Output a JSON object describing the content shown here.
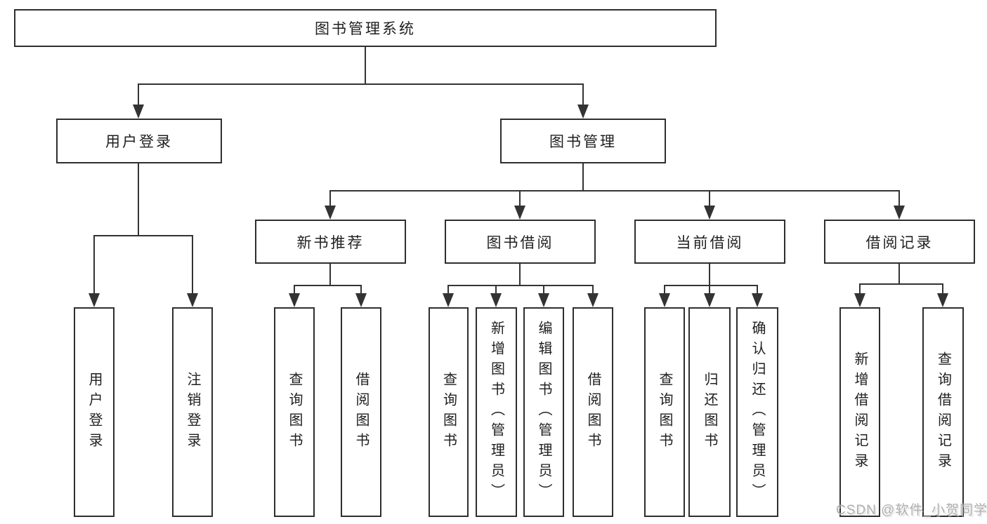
{
  "tree": {
    "label": "图书管理系统",
    "children": [
      {
        "label": "用户登录",
        "children": [
          {
            "label": "用户登录"
          },
          {
            "label": "注销登录"
          }
        ]
      },
      {
        "label": "图书管理",
        "children": [
          {
            "label": "新书推荐",
            "children": [
              {
                "label": "查询图书"
              },
              {
                "label": "借阅图书"
              }
            ]
          },
          {
            "label": "图书借阅",
            "children": [
              {
                "label": "查询图书"
              },
              {
                "label": "新增图书（管理员）"
              },
              {
                "label": "编辑图书（管理员）"
              },
              {
                "label": "借阅图书"
              }
            ]
          },
          {
            "label": "当前借阅",
            "children": [
              {
                "label": "查询图书"
              },
              {
                "label": "归还图书"
              },
              {
                "label": "确认归还（管理员）"
              }
            ]
          },
          {
            "label": "借阅记录",
            "children": [
              {
                "label": "新增借阅记录"
              },
              {
                "label": "查询借阅记录"
              }
            ]
          }
        ]
      }
    ]
  },
  "watermark": "CSDN @软件_小贺同学",
  "colors": {
    "line": "#333333",
    "border": "#2e2e2e",
    "text": "#1f1f1f",
    "background": "#ffffff",
    "watermark": "#b0b0b0"
  }
}
